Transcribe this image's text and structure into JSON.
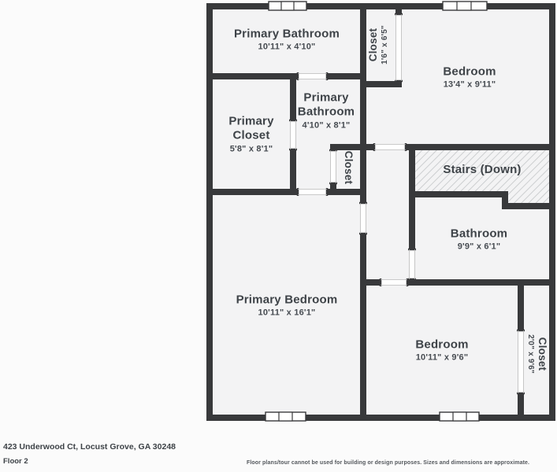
{
  "floor_plan": {
    "rooms": [
      {
        "name": "Primary Bathroom",
        "dims": "10'11\" x 4'10\""
      },
      {
        "name": "Closet",
        "dims": "1'6\" x 6'5\""
      },
      {
        "name": "Bedroom",
        "dims": "13'4\" x 9'11\""
      },
      {
        "name": "Primary Closet",
        "dims": "5'8\" x 8'1\""
      },
      {
        "name": "Primary Bathroom",
        "dims": "4'10\" x 8'1\""
      },
      {
        "name": "Closet",
        "dims": ""
      },
      {
        "name": "Stairs (Down)",
        "dims": ""
      },
      {
        "name": "Bathroom",
        "dims": "9'9\" x 6'1\""
      },
      {
        "name": "Primary Bedroom",
        "dims": "10'11\" x 16'1\""
      },
      {
        "name": "Bedroom",
        "dims": "10'11\" x 9'6\""
      },
      {
        "name": "Closet",
        "dims": "2'0\" x 9'6\""
      }
    ],
    "colors": {
      "wall": "#38393b",
      "floor": "#f3f3f4",
      "hatch_line": "#c6c8ca",
      "label_text": "#3e4348"
    }
  },
  "footer": {
    "address": "423 Underwood Ct, Locust Grove, GA 30248",
    "floor_label": "Floor 2",
    "disclaimer": "Floor plans/tour cannot be used for building or design purposes. Sizes and dimensions are approximate."
  }
}
